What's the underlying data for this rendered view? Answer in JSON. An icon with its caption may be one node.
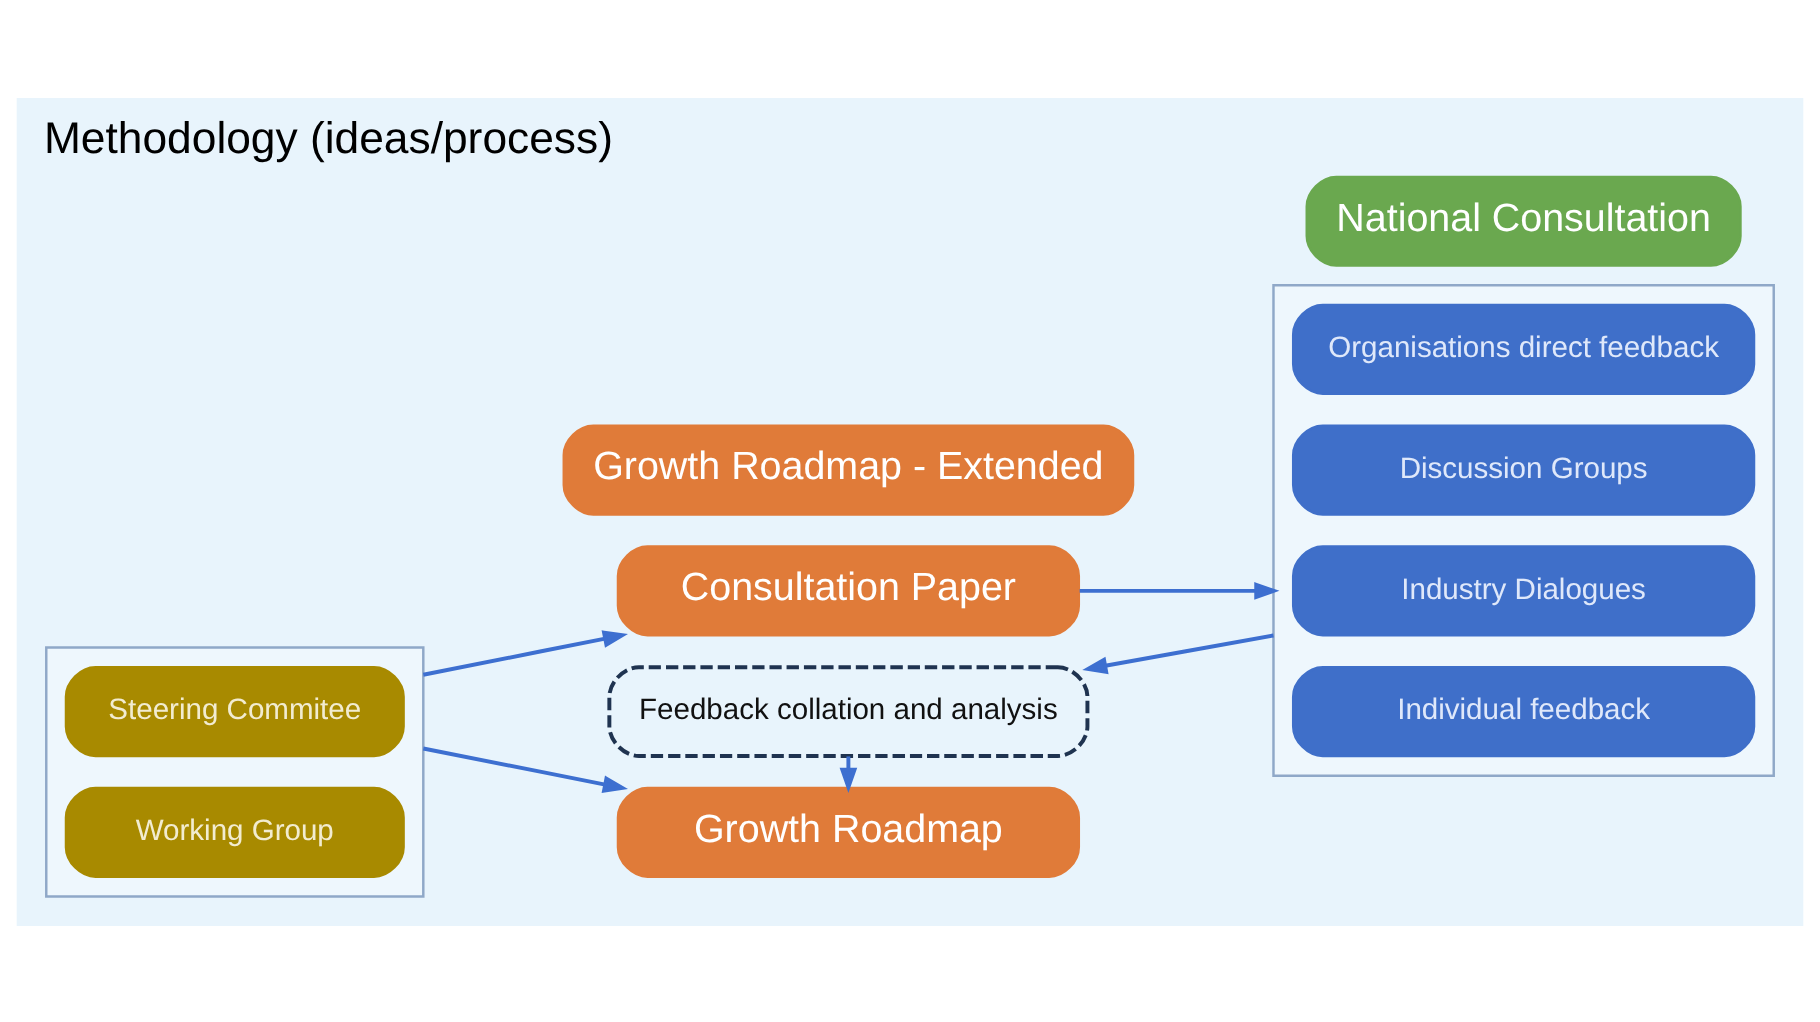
{
  "diagram": {
    "title": "Methodology (ideas/process)",
    "nodes": [
      {
        "text": [],
        "shape": "box"
      },
      {
        "text": [
          "Steering Commitee"
        ],
        "in": 0
      },
      {
        "text": [
          "Working Group"
        ],
        "in": 0
      },
      {
        "text": [
          "Consultation Paper"
        ]
      },
      {
        "text": [
          "National Consultation"
        ]
      },
      {
        "text": [],
        "shape": "box"
      },
      {
        "text": [
          "Organisations direct feedback"
        ],
        "in": 5
      },
      {
        "text": [
          "Discussion Groups"
        ],
        "in": 5
      },
      {
        "text": [
          "Industry Dialogues"
        ],
        "in": 5
      },
      {
        "text": [
          "Individual feedback"
        ],
        "in": 5
      },
      {
        "text": [
          "Feedback collation and analysis"
        ]
      },
      {
        "text": [
          "Growth Roadmap"
        ]
      },
      {
        "text": [
          "Growth Roadmap - Extended"
        ]
      }
    ],
    "edges": [
      {
        "from": 0,
        "to": 3,
        "arrow": "to"
      },
      {
        "from": 3,
        "to": 5,
        "arrow": "to"
      },
      {
        "from": 5,
        "to": 10,
        "arrow": "to"
      },
      {
        "from": 10,
        "to": 11,
        "arrow": "to"
      },
      {
        "from": 0,
        "to": 11,
        "arrow": "to"
      }
    ]
  }
}
